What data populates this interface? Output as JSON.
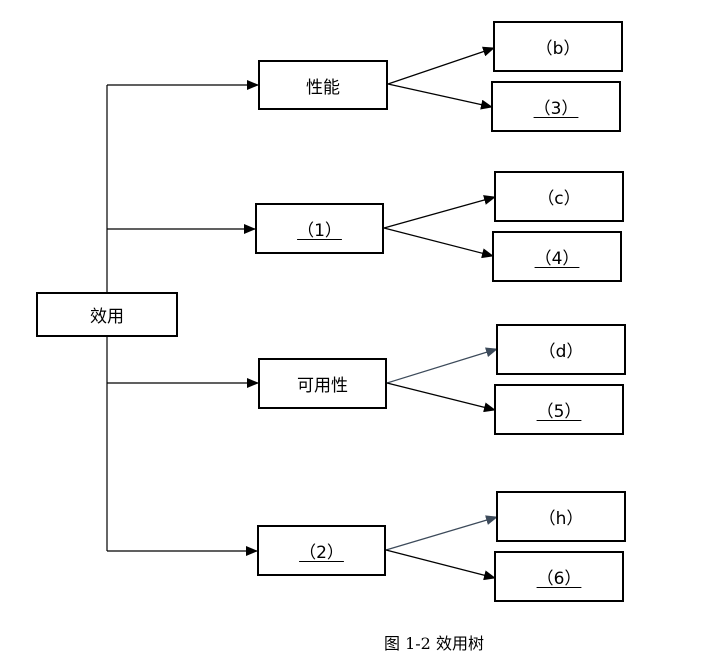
{
  "root": {
    "label": "效用"
  },
  "branches": [
    {
      "label": "性能",
      "blank": false,
      "children": [
        {
          "label": "（b）",
          "blank": false
        },
        {
          "label": "（3）",
          "blank": true
        }
      ]
    },
    {
      "label": "（1）",
      "blank": true,
      "children": [
        {
          "label": "（c）",
          "blank": false
        },
        {
          "label": "（4）",
          "blank": true
        }
      ]
    },
    {
      "label": "可用性",
      "blank": false,
      "children": [
        {
          "label": "（d）",
          "blank": false
        },
        {
          "label": "（5）",
          "blank": true
        }
      ]
    },
    {
      "label": "（2）",
      "blank": true,
      "children": [
        {
          "label": "（h）",
          "blank": false
        },
        {
          "label": "（6）",
          "blank": true
        }
      ]
    }
  ],
  "caption": "图 1-2 效用树"
}
